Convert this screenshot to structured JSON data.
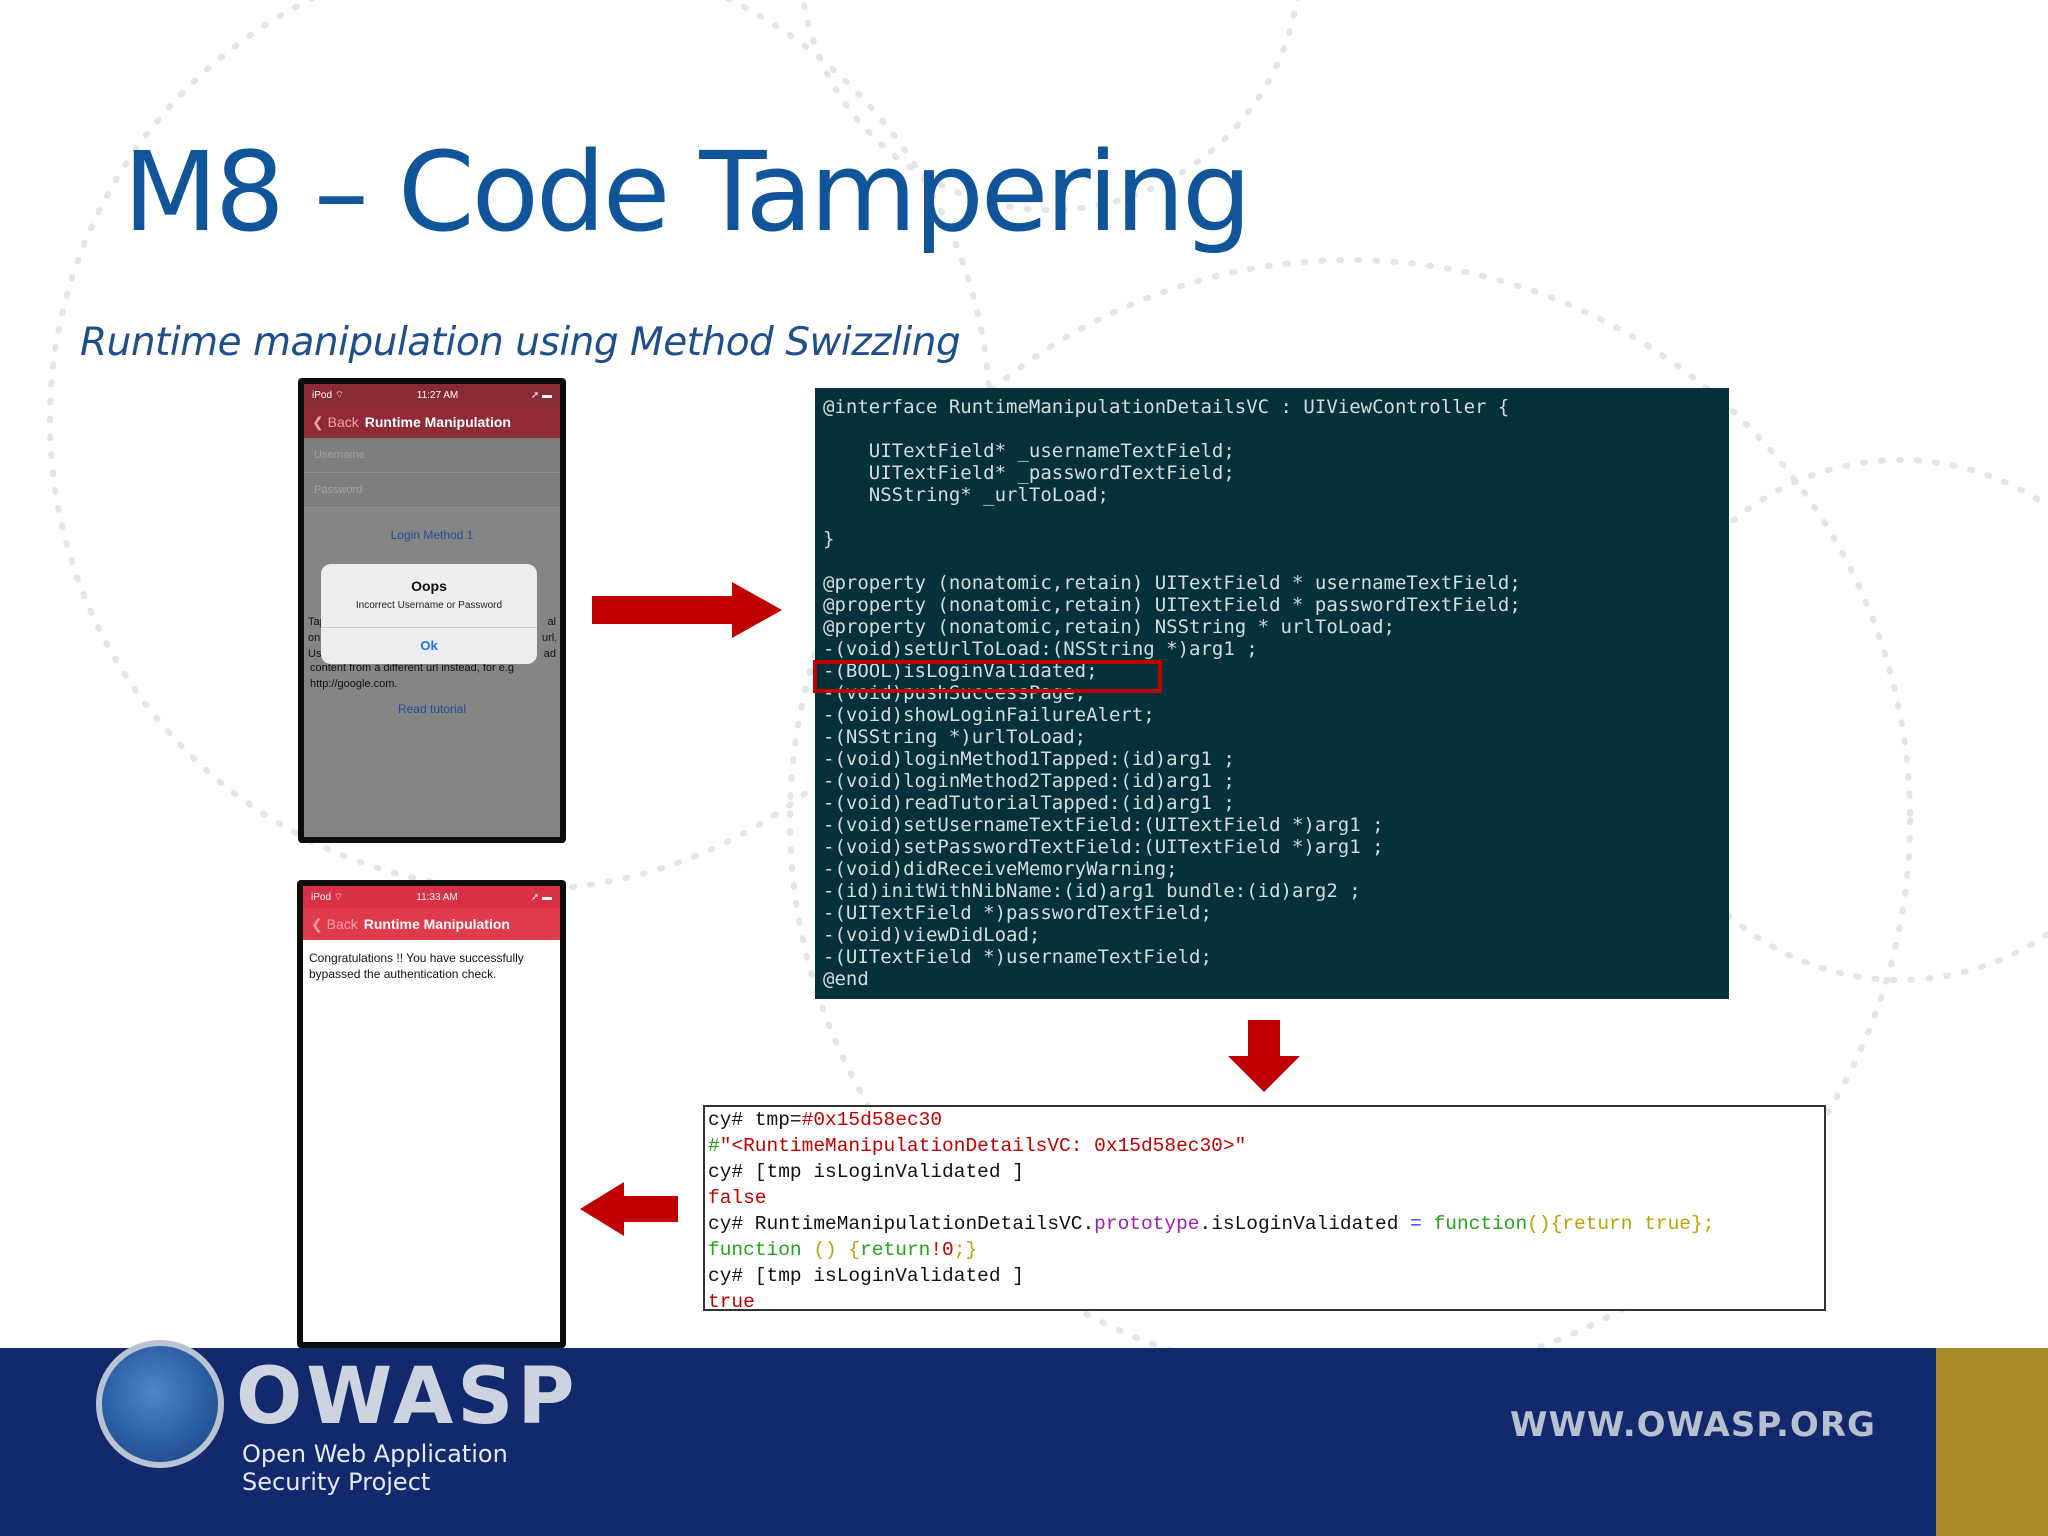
{
  "slide": {
    "title": "M8 – Code Tampering",
    "subtitle": "Runtime manipulation using Method Swizzling"
  },
  "phone1": {
    "status_left": "iPod ⌔",
    "status_time": "11:27 AM",
    "status_right": "➚ ▬",
    "back_label": "Back",
    "nav_title": "Runtime Manipulation",
    "username_placeholder": "Username",
    "password_placeholder": "Password",
    "login_link": "Login Method 1",
    "alert": {
      "title": "Oops",
      "message": "Incorrect Username or Password",
      "button": "Ok"
    },
    "background_text": "Tap on Us",
    "background_text_right": "al url, ad",
    "body_text": "content from a different url instead, for e.g http://google.com.",
    "tutorial_link": "Read tutorial"
  },
  "phone2": {
    "status_left": "iPod ⌔",
    "status_time": "11:33 AM",
    "status_right": "➚ ▬",
    "back_label": "Back",
    "nav_title": "Runtime Manipulation",
    "message": "Congratulations !! You have successfully bypassed the authentication check."
  },
  "objc_code": [
    "@interface RuntimeManipulationDetailsVC : UIViewController {",
    "",
    "    UITextField* _usernameTextField;",
    "    UITextField* _passwordTextField;",
    "    NSString* _urlToLoad;",
    "",
    "}",
    "",
    "@property (nonatomic,retain) UITextField * usernameTextField;",
    "@property (nonatomic,retain) UITextField * passwordTextField;",
    "@property (nonatomic,retain) NSString * urlToLoad;",
    "-(void)setUrlToLoad:(NSString *)arg1 ;",
    "-(BOOL)isLoginValidated;",
    "-(void)pushSuccessPage;",
    "-(void)showLoginFailureAlert;",
    "-(NSString *)urlToLoad;",
    "-(void)loginMethod1Tapped:(id)arg1 ;",
    "-(void)loginMethod2Tapped:(id)arg1 ;",
    "-(void)readTutorialTapped:(id)arg1 ;",
    "-(void)setUsernameTextField:(UITextField *)arg1 ;",
    "-(void)setPasswordTextField:(UITextField *)arg1 ;",
    "-(void)didReceiveMemoryWarning;",
    "-(id)initWithNibName:(id)arg1 bundle:(id)arg2 ;",
    "-(UITextField *)passwordTextField;",
    "-(void)viewDidLoad;",
    "-(UITextField *)usernameTextField;",
    "@end"
  ],
  "cycript": {
    "l1_prompt": "cy# tmp=",
    "l1_val": "#0x15d58ec30",
    "l2_hash": "#",
    "l2_str": "\"<RuntimeManipulationDetailsVC: 0x15d58ec30>\"",
    "l3": "cy# [tmp isLoginValidated ]",
    "l4": "false",
    "l5_a": "cy# RuntimeManipulationDetailsVC.",
    "l5_b": "prototype",
    "l5_c": ".isLoginValidated ",
    "l5_d": "=",
    "l5_e": " function",
    "l5_f": "(){",
    "l5_g": "return true",
    "l5_h": "};",
    "l6_a": "function",
    "l6_b": " () {",
    "l6_c": "return",
    "l6_d": "!0",
    "l6_e": ";}",
    "l7": "cy# [tmp isLoginValidated ]",
    "l8": "true"
  },
  "footer": {
    "logo_word": "OWASP",
    "logo_sub1": "Open Web Application",
    "logo_sub2": "Security Project",
    "site": "WWW.OWASP.ORG"
  },
  "colors": {
    "title": "#10549a",
    "arrow": "#c00000",
    "code_bg": "#04313a",
    "footer_bg": "#13296e",
    "footer_gold": "#a88a2b"
  }
}
